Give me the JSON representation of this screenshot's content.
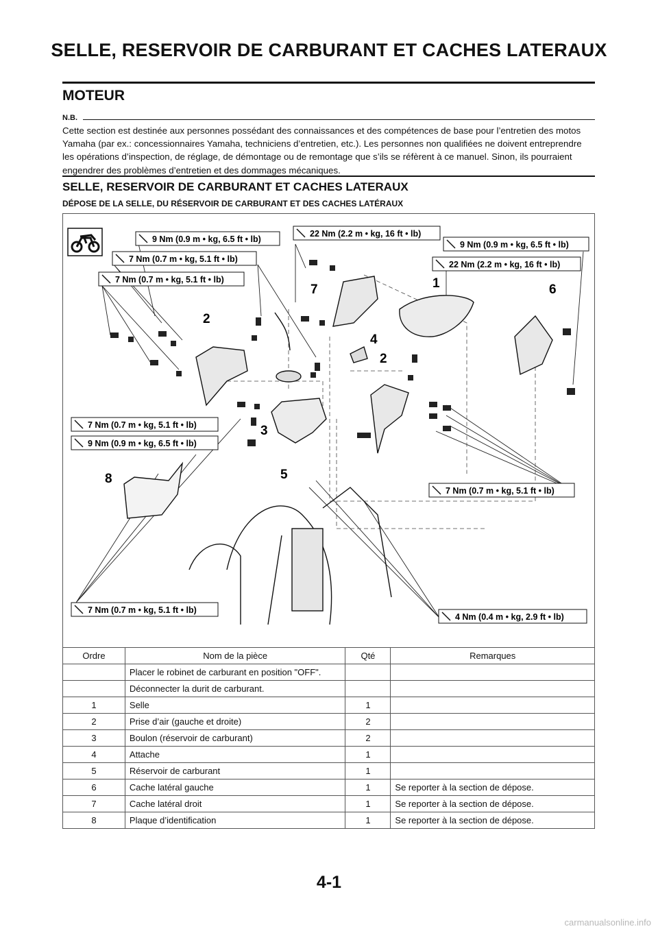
{
  "header": {
    "title": "SELLE, RESERVOIR DE CARBURANT ET CACHES LATERAUX"
  },
  "section": {
    "title": "MOTEUR"
  },
  "note": {
    "label": "N.B.",
    "text": "Cette section est destinée aux personnes possédant des connaissances et des compétences de base pour l’entretien des motos Yamaha (par ex.: concessionnaires Yamaha, techniciens d’entretien, etc.). Les personnes non qualifiées ne doivent entreprendre les opérations d’inspection, de réglage, de démontage ou de remontage que s’ils se réfèrent à ce manuel. Sinon, ils pourraient engendrer des problèmes d’entretien et des dommages mécaniques."
  },
  "subsection": {
    "title": "SELLE, RESERVOIR DE CARBURANT ET CACHES LATERAUX",
    "subtitle": "DÉPOSE DE LA SELLE, DU RÉSERVOIR DE CARBURANT ET DES CACHES LATÉRAUX"
  },
  "figure": {
    "torque_labels": [
      "9 Nm (0.9 m • kg, 6.5 ft • lb)",
      "22 Nm (2.2 m • kg, 16 ft • lb)",
      "9 Nm (0.9 m • kg, 6.5 ft • lb)",
      "7 Nm (0.7 m • kg, 5.1 ft • lb)",
      "22 Nm (2.2 m • kg, 16 ft • lb)",
      "7 Nm (0.7 m • kg, 5.1 ft • lb)",
      "7 Nm (0.7 m • kg, 5.1 ft • lb)",
      "9 Nm (0.9 m • kg, 6.5 ft • lb)",
      "7 Nm (0.7 m • kg, 5.1 ft • lb)",
      "7 Nm (0.7 m • kg, 5.1 ft • lb)",
      "4 Nm (0.4 m • kg, 2.9 ft • lb)"
    ],
    "callouts": [
      "1",
      "2",
      "2",
      "3",
      "4",
      "5",
      "6",
      "7",
      "8"
    ],
    "icons": [
      "motorcycle-icon",
      "torque-wrench-icon"
    ]
  },
  "table": {
    "headers": [
      "Ordre",
      "Nom de la pièce",
      "Qté",
      "Remarques"
    ],
    "rows": [
      [
        "",
        "Placer le robinet de carburant en position \"OFF\".",
        "",
        ""
      ],
      [
        "",
        "Déconnecter la durit de carburant.",
        "",
        ""
      ],
      [
        "1",
        "Selle",
        "1",
        ""
      ],
      [
        "2",
        "Prise d’air (gauche et droite)",
        "2",
        ""
      ],
      [
        "3",
        "Boulon (réservoir de carburant)",
        "2",
        ""
      ],
      [
        "4",
        "Attache",
        "1",
        ""
      ],
      [
        "5",
        "Réservoir de carburant",
        "1",
        ""
      ],
      [
        "6",
        "Cache latéral gauche",
        "1",
        "Se reporter à la section de dépose."
      ],
      [
        "7",
        "Cache latéral droit",
        "1",
        "Se reporter à la section de dépose."
      ],
      [
        "8",
        "Plaque d’identification",
        "1",
        "Se reporter à la section de dépose."
      ]
    ]
  },
  "footer": {
    "page_number": "4-1",
    "watermark": "carmanualsonline.info"
  }
}
